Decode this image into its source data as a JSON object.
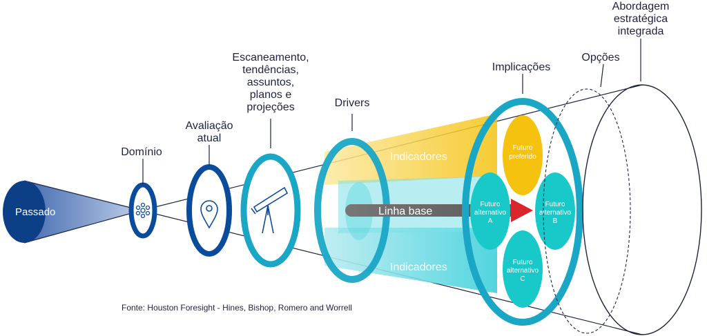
{
  "labels": {
    "passado": "Passado",
    "dominio": "Domínio",
    "avaliacao": [
      "Avaliação",
      "atual"
    ],
    "escaneamento": [
      "Escaneamento,",
      "tendências,",
      "assuntos,",
      "planos e",
      "projeções"
    ],
    "drivers": "Drivers",
    "implicacoes": "Implicações",
    "opcoes": "Opções",
    "abordagem": [
      "Abordagem",
      "estratégica",
      "integrada"
    ],
    "indicadores_top": "Indicadores",
    "indicadores_bottom": "Indicadores",
    "linha_base": "Linha base",
    "futuro_preferido": [
      "Futuro",
      "preferido"
    ],
    "futuro_a": [
      "Futuro",
      "alternativo",
      "A"
    ],
    "futuro_b": [
      "Futuro",
      "alternativo",
      "B"
    ],
    "futuro_c": [
      "Futuro",
      "alternativo",
      "C"
    ]
  },
  "source": "Fonte: Houston Foresight - Hines, Bishop, Romero and Worrell",
  "colors": {
    "navy": "#0a4b9b",
    "navy_dark": "#0d3f86",
    "teal": "#1aa7c6",
    "yellow": "#f5c20f",
    "turquoise": "#19c9c9",
    "arrow_red": "#d9262c"
  }
}
